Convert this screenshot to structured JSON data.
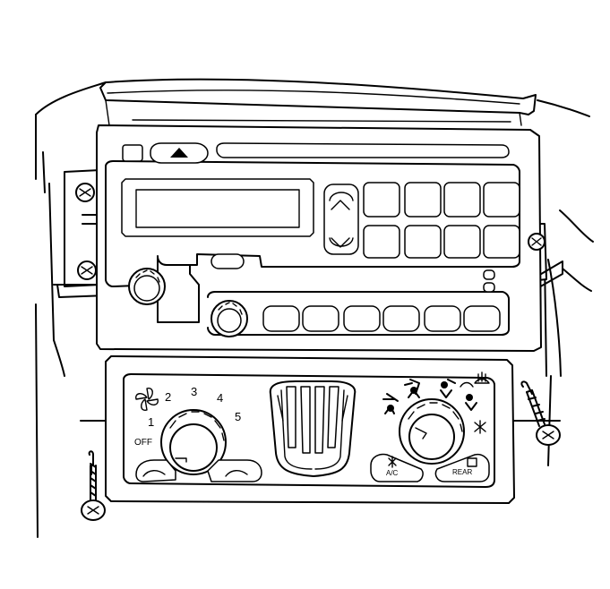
{
  "hvac_control": {
    "fan_speed_labels": [
      "1",
      "2",
      "3",
      "4",
      "5"
    ],
    "fan_off_label": "OFF",
    "ac_button_label": "A/C",
    "rear_defrost_label": "REAR"
  },
  "icons": {
    "fan": "fan-icon",
    "eject": "eject-triangle-icon",
    "tune_up": "up-arrow-icon",
    "tune_down": "down-arrow-icon",
    "screw": "screw-head-icon",
    "vent_mode": "vent-mode-icon",
    "bilevel_mode": "bilevel-mode-icon",
    "floor_mode": "floor-mode-icon",
    "defrost_floor_mode": "defrost-floor-mode-icon",
    "defrost_mode": "defrost-mode-icon",
    "snowflake": "snowflake-icon",
    "rear_defrost": "rear-defrost-icon"
  },
  "colors": {
    "line": "#000000",
    "background": "#ffffff"
  }
}
